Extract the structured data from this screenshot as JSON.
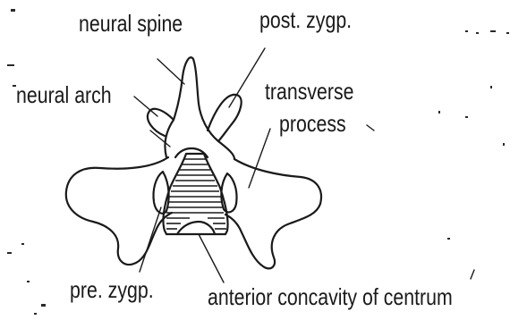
{
  "labels": {
    "neural_spine": "neural spine",
    "post_zygp": "post. zygp.",
    "neural_arch": "neural arch",
    "transverse": "transverse",
    "process": "process",
    "pre_zygp": "pre. zygp.",
    "anterior_concavity": "anterior concavity of centrum"
  },
  "colors": {
    "ink": "#1a1a1a",
    "background": "#ffffff"
  }
}
